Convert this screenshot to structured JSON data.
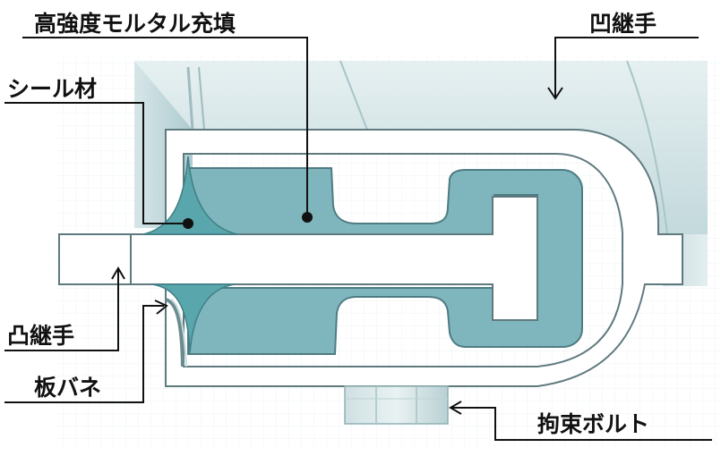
{
  "labels": {
    "high_strength_mortar": "高強度モルタル充填",
    "female_joint": "凹継手",
    "seal_material": "シール材",
    "male_joint": "凸継手",
    "leaf_spring": "板バネ",
    "restraint_bolt": "拘束ボルト"
  },
  "colors": {
    "mortar_fill": "#7fb6bd",
    "body_light": "#d9e9ea",
    "body_mid": "#b6d0d3",
    "seal": "#5aa6ad",
    "leader_line": "#111111",
    "text": "#111111"
  }
}
